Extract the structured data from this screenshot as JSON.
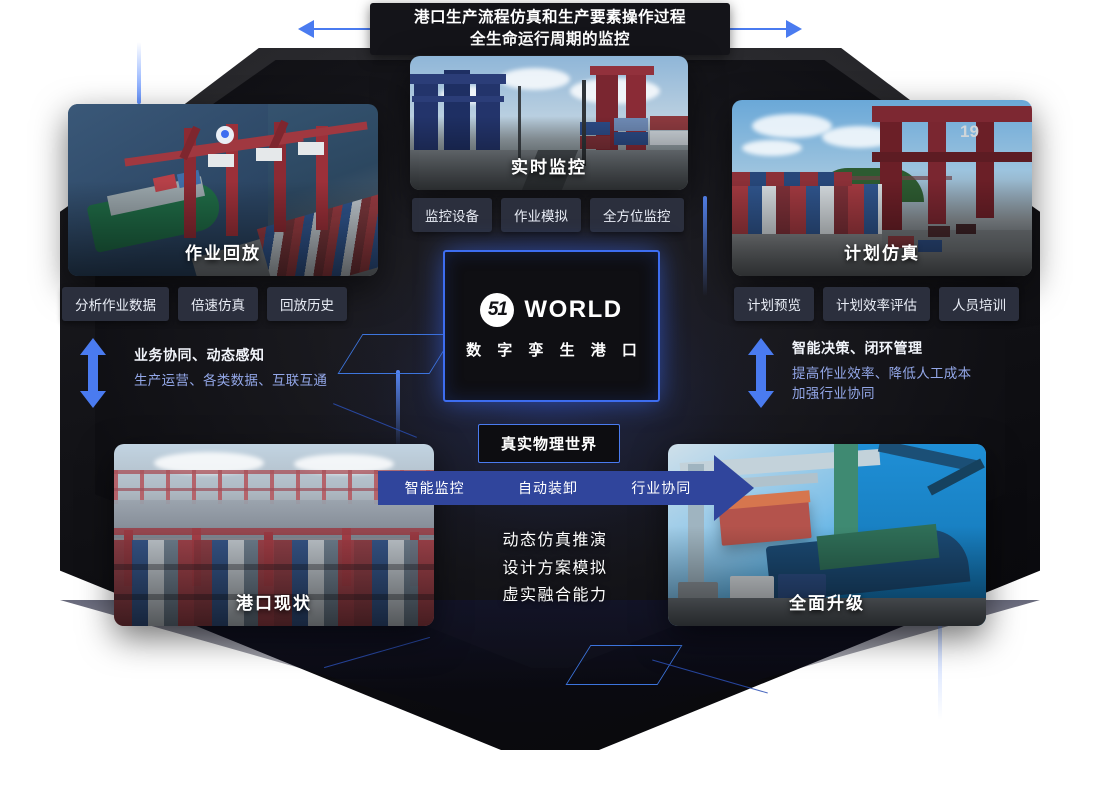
{
  "title": {
    "line1": "港口生产流程仿真和生产要素操作过程",
    "line2": "全生命运行周期的监控"
  },
  "center": {
    "logo_badge": "51",
    "logo_word": "WORLD",
    "logo_sub": "数 字 孪 生 港 口"
  },
  "cards": {
    "replay": {
      "caption": "作业回放",
      "tags": [
        "分析作业数据",
        "倍速仿真",
        "回放历史"
      ]
    },
    "monitor": {
      "caption": "实时监控",
      "tags": [
        "监控设备",
        "作业模拟",
        "全方位监控"
      ]
    },
    "plan": {
      "caption": "计划仿真",
      "tags": [
        "计划预览",
        "计划效率评估",
        "人员培训"
      ]
    },
    "current": {
      "caption": "港口现状"
    },
    "upgrade": {
      "caption": "全面升级"
    }
  },
  "annotations": {
    "left": {
      "headline": "业务协同、动态感知",
      "detail": "生产运营、各类数据、互联互通"
    },
    "right": {
      "headline": "智能决策、闭环管理",
      "detail_line1": "提高作业效率、降低人工成本",
      "detail_line2": "加强行业协同"
    }
  },
  "real_world_box": "真实物理世界",
  "band": {
    "items": [
      "智能监控",
      "自动装卸",
      "行业协同"
    ]
  },
  "center_list": [
    "动态仿真推演",
    "设计方案模拟",
    "虚实融合能力"
  ],
  "colors": {
    "accent_blue": "#3d6df0",
    "band_blue": "#30459c",
    "panel_bg": "#0f0f13",
    "tag_bg": "#2b2f3d",
    "detail_text": "#93a7e8"
  }
}
